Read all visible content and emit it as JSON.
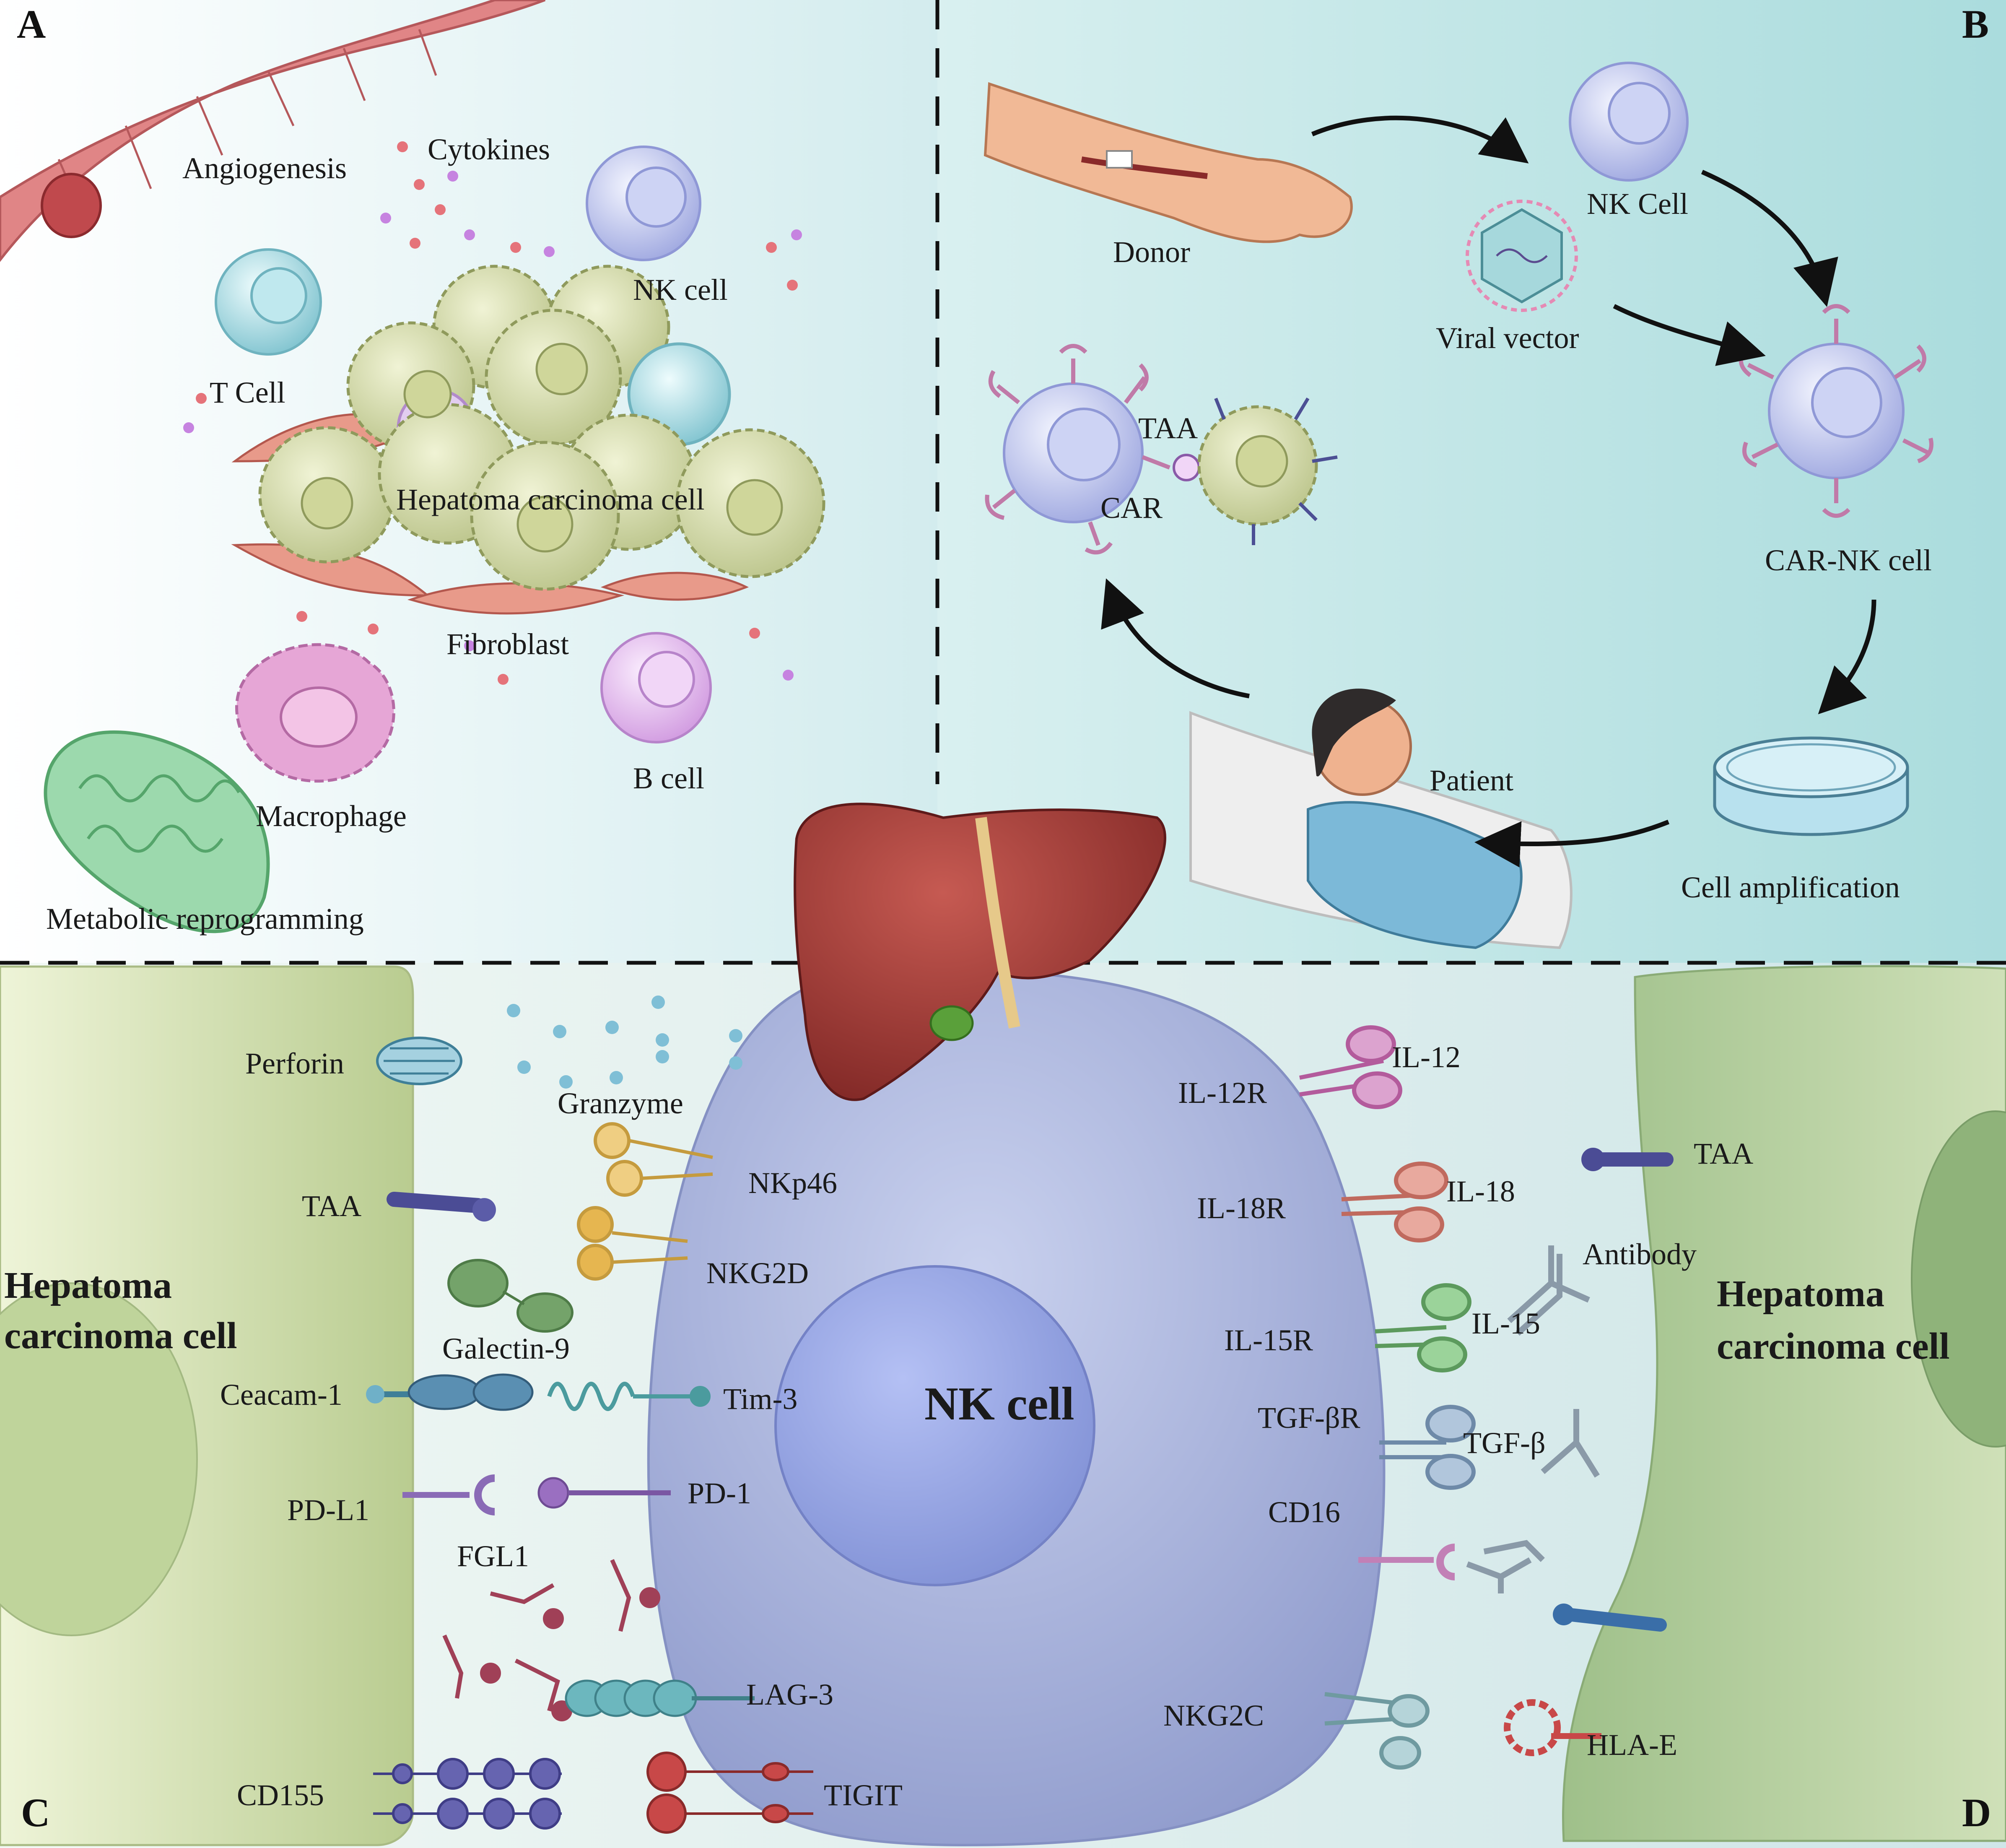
{
  "panels": {
    "a": "A",
    "b": "B",
    "c": "C",
    "d": "D"
  },
  "panel_a": {
    "angiogenesis": "Angiogenesis",
    "cytokines": "Cytokines",
    "nk_cell": "NK cell",
    "t_cell": "T Cell",
    "hepatoma": "Hepatoma carcinoma cell",
    "fibroblast": "Fibroblast",
    "b_cell": "B cell",
    "macrophage": "Macrophage",
    "metabolic": "Metabolic reprogramming"
  },
  "panel_b": {
    "donor": "Donor",
    "nk_cell": "NK Cell",
    "viral_vector": "Viral vector",
    "car_nk_cell": "CAR-NK cell",
    "taa": "TAA",
    "car": "CAR",
    "patient": "Patient",
    "cell_amplification": "Cell amplification"
  },
  "panel_c": {
    "hepatoma_line1": "Hepatoma",
    "hepatoma_line2": "carcinoma cell",
    "perforin": "Perforin",
    "granzyme": "Granzyme",
    "nkp46": "NKp46",
    "taa": "TAA",
    "nkg2d": "NKG2D",
    "galectin9": "Galectin-9",
    "ceacam1": "Ceacam-1",
    "tim3": "Tim-3",
    "pdl1": "PD-L1",
    "pd1": "PD-1",
    "fgl1": "FGL1",
    "lag3": "LAG-3",
    "cd155": "CD155",
    "tigit": "TIGIT"
  },
  "nk_center": "NK cell",
  "panel_d": {
    "il12": "IL-12",
    "il12r": "IL-12R",
    "taa": "TAA",
    "il18r": "IL-18R",
    "il18": "IL-18",
    "antibody": "Antibody",
    "il15r": "IL-15R",
    "il15": "IL-15",
    "hepatoma_line1": "Hepatoma",
    "hepatoma_line2": "carcinoma cell",
    "tgfbr": "TGF-βR",
    "tgfb": "TGF-β",
    "cd16": "CD16",
    "nkg2c": "NKG2C",
    "hlae": "HLA-E"
  },
  "colors": {
    "nk_body": "#a9b4dc",
    "nk_nucleus": "#9aa8e6",
    "hepatoma_cell": "#c9d8a6",
    "liver": "#a23a36",
    "vessel": "#d9787a",
    "panel_b_bg": "#bfe5e6"
  }
}
